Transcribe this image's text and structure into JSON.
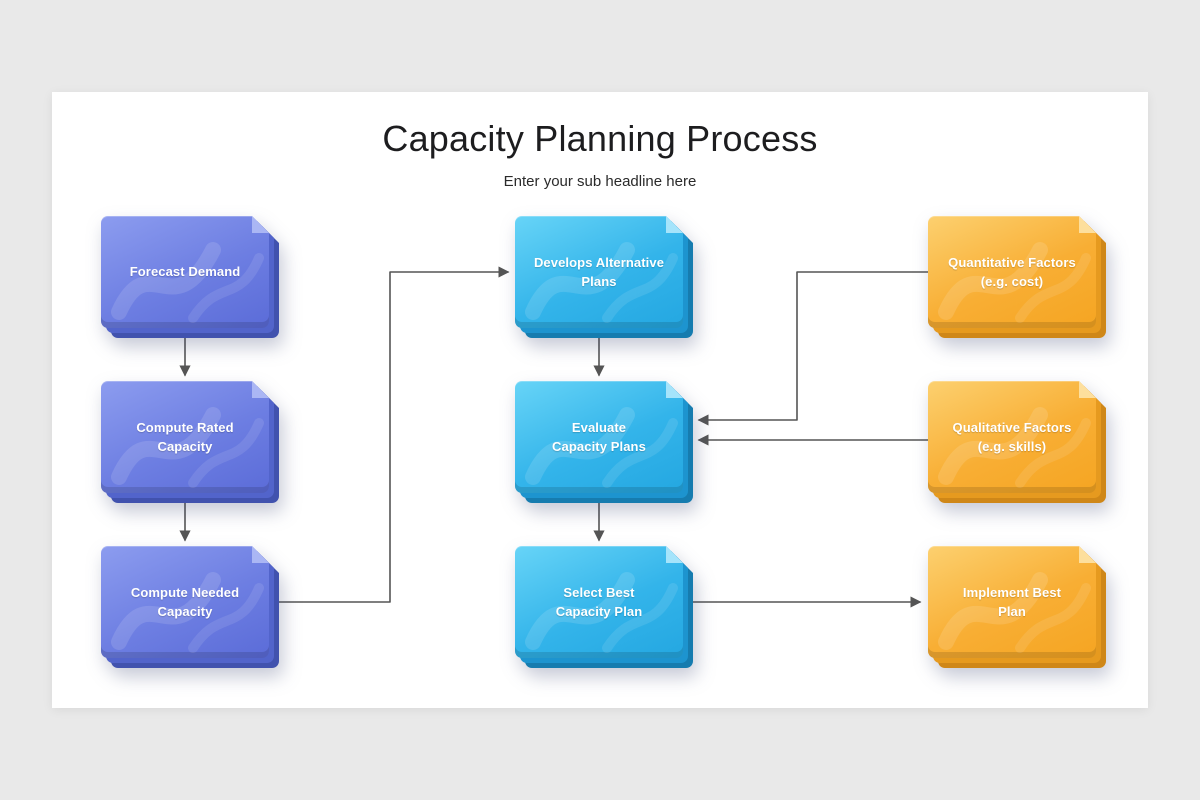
{
  "slide": {
    "title": "Capacity Planning Process",
    "subtitle": "Enter your sub headline here"
  },
  "colors": {
    "background": "#e9e9e9",
    "slide": "#ffffff",
    "blue": "#6d7ee2",
    "cyan": "#33b4ea",
    "orange": "#f8ae34",
    "arrow": "#555555",
    "node_text": "#ffffff"
  },
  "nodes": [
    {
      "id": "forecast-demand",
      "label": "Forecast Demand",
      "color": "blue"
    },
    {
      "id": "compute-rated-capacity",
      "label": "Compute Rated\nCapacity",
      "color": "blue"
    },
    {
      "id": "compute-needed-capacity",
      "label": "Compute Needed\nCapacity",
      "color": "blue"
    },
    {
      "id": "develops-alternative-plans",
      "label": "Develops Alternative\nPlans",
      "color": "cyan"
    },
    {
      "id": "evaluate-capacity-plans",
      "label": "Evaluate\nCapacity Plans",
      "color": "cyan"
    },
    {
      "id": "select-best-capacity-plan",
      "label": "Select Best\nCapacity Plan",
      "color": "cyan"
    },
    {
      "id": "quantitative-factors",
      "label": "Quantitative Factors\n(e.g. cost)",
      "color": "orange"
    },
    {
      "id": "qualitative-factors",
      "label": "Qualitative Factors\n(e.g. skills)",
      "color": "orange"
    },
    {
      "id": "implement-best-plan",
      "label": "Implement Best\nPlan",
      "color": "orange"
    }
  ],
  "edges": [
    {
      "from": "forecast-demand",
      "to": "compute-rated-capacity"
    },
    {
      "from": "compute-rated-capacity",
      "to": "compute-needed-capacity"
    },
    {
      "from": "compute-needed-capacity",
      "to": "develops-alternative-plans"
    },
    {
      "from": "develops-alternative-plans",
      "to": "evaluate-capacity-plans"
    },
    {
      "from": "quantitative-factors",
      "to": "evaluate-capacity-plans"
    },
    {
      "from": "qualitative-factors",
      "to": "evaluate-capacity-plans"
    },
    {
      "from": "evaluate-capacity-plans",
      "to": "select-best-capacity-plan"
    },
    {
      "from": "select-best-capacity-plan",
      "to": "implement-best-plan"
    }
  ]
}
